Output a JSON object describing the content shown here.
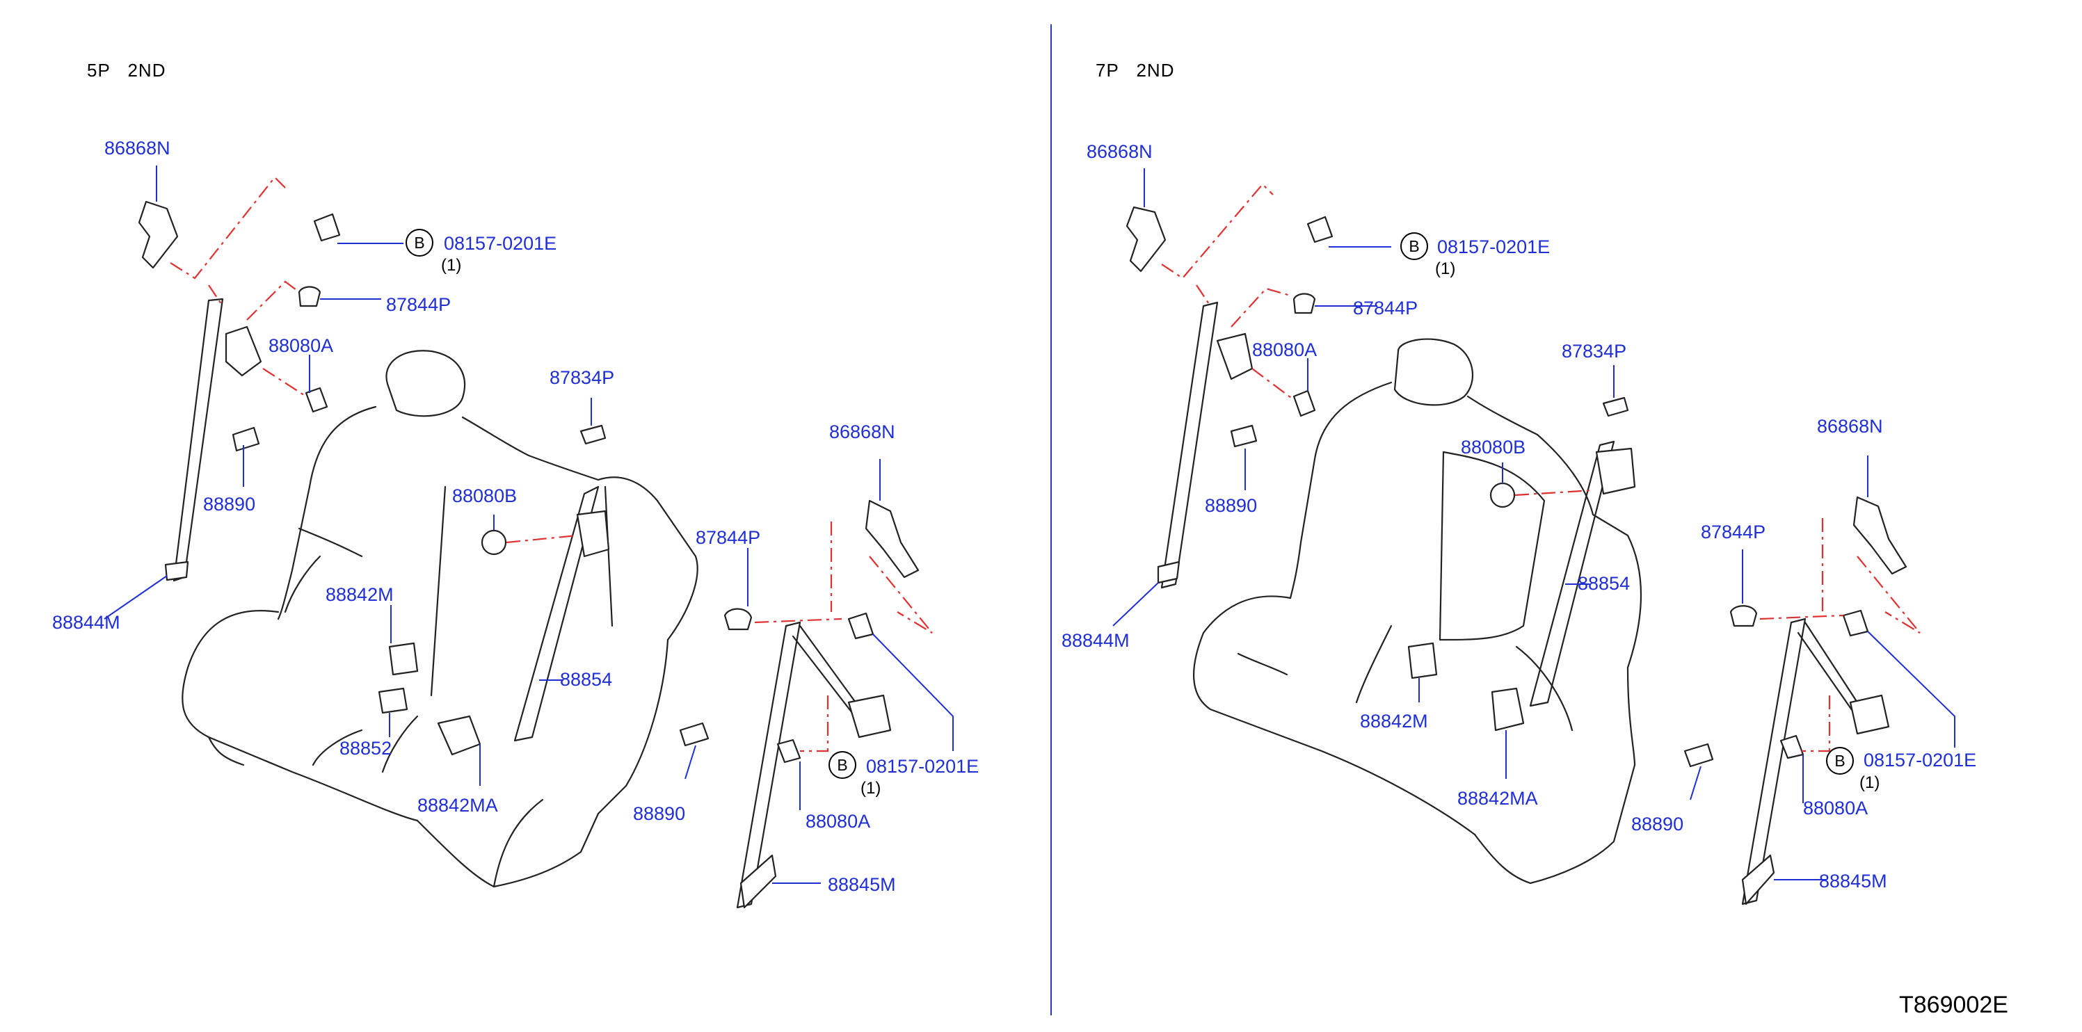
{
  "sections": [
    {
      "title": "5P   2ND"
    },
    {
      "title": "7P   2ND"
    }
  ],
  "left_labels": {
    "l1": "86868N",
    "l2": "08157-0201E",
    "l3": "(1)",
    "l4": "87844P",
    "l5": "88080A",
    "l6": "87834P",
    "l7": "88890",
    "l8": "88080B",
    "l9": "88844M",
    "l10": "88842M",
    "l11": "86868N",
    "l12": "87844P",
    "l13": "88854",
    "l14": "88852",
    "l15": "08157-0201E",
    "l16": "(1)",
    "l17": "88842MA",
    "l18": "88890",
    "l19": "88080A",
    "l20": "88845M"
  },
  "right_labels": {
    "r1": "86868N",
    "r2": "08157-0201E",
    "r3": "(1)",
    "r4": "87844P",
    "r5": "88080A",
    "r6": "87834P",
    "r7": "88080B",
    "r8": "88890",
    "r9": "86868N",
    "r10": "88854",
    "r11": "87844P",
    "r12": "88844M",
    "r13": "88842M",
    "r14": "08157-0201E",
    "r15": "(1)",
    "r16": "88842MA",
    "r17": "88890",
    "r18": "88080A",
    "r19": "88845M"
  },
  "bolt_marker": "B",
  "diagram_code": "T869002E",
  "colors": {
    "label": "#1f2fd6",
    "phantom_line": "#e03030",
    "divider": "#2a36c8",
    "drawing": "#222222"
  }
}
